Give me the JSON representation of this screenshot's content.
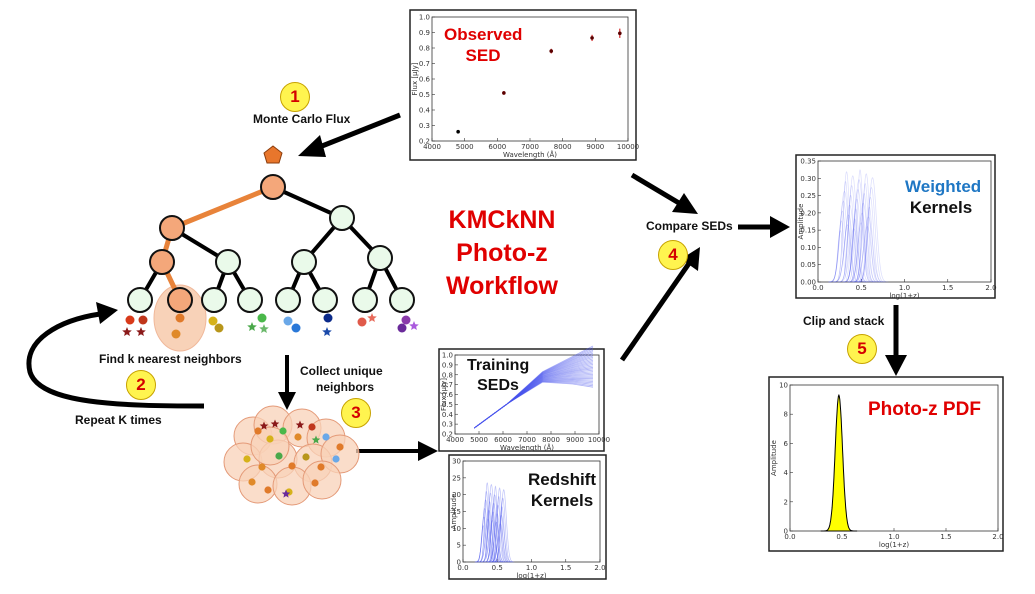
{
  "title": [
    "KMCkNN",
    "Photo-z",
    "Workflow"
  ],
  "steps": [
    {
      "num": "1",
      "label": "Monte Carlo Flux"
    },
    {
      "num": "2",
      "label": "Find k nearest neighbors",
      "label2": "Repeat K times"
    },
    {
      "num": "3",
      "label": "Collect unique",
      "label2": "neighbors"
    },
    {
      "num": "4",
      "label": "Compare SEDs"
    },
    {
      "num": "5",
      "label": "Clip and stack"
    }
  ],
  "panels": {
    "observed": {
      "line1": "Observed",
      "line2": "SED"
    },
    "weighted": {
      "line1": "Weighted",
      "line2": "Kernels"
    },
    "training": {
      "line1": "Training",
      "line2": "SEDs"
    },
    "redshift": {
      "line1": "Redshift",
      "line2": "Kernels"
    },
    "pdf": {
      "line1": "Photo-z PDF"
    }
  },
  "colors": {
    "title": "#e00000",
    "badge_fill": "#fff44f",
    "tree_path": "#e8833a",
    "node_fill": "#eafaea",
    "node_highlight": "#f4a77a",
    "weighted_text": "#1f77c4",
    "kernel_blue": "#4a55ee",
    "pdf_fill": "#ffff00"
  },
  "chart_data": [
    {
      "type": "scatter",
      "name": "observed-sed",
      "x": [
        4800,
        6200,
        7650,
        8900,
        9750
      ],
      "y": [
        0.26,
        0.51,
        0.78,
        0.865,
        0.895
      ],
      "yerr": [
        0.005,
        0.012,
        0.015,
        0.02,
        0.03
      ],
      "xlabel": "Wavelength (Å)",
      "ylabel": "Flux [μJy]",
      "xlim": [
        4000,
        10000
      ],
      "ylim": [
        0.2,
        1.0
      ],
      "xticks": [
        "4000",
        "5000",
        "6000",
        "7000",
        "8000",
        "9000",
        "10000"
      ],
      "yticks": [
        "0.2",
        "0.3",
        "0.4",
        "0.5",
        "0.6",
        "0.7",
        "0.8",
        "0.9",
        "1.0"
      ]
    },
    {
      "type": "line",
      "name": "training-seds",
      "x": [
        4800,
        6200,
        7650,
        8900,
        9750
      ],
      "y": [
        0.26,
        0.51,
        0.78,
        0.85,
        0.89
      ],
      "xlabel": "Wavelength (Å)",
      "ylabel": "Flux [μJy]",
      "xlim": [
        4000,
        10000
      ],
      "ylim": [
        0.2,
        1.0
      ],
      "xticks": [
        "4000",
        "5000",
        "6000",
        "7000",
        "8000",
        "9000",
        "10000"
      ],
      "yticks": [
        "0.2",
        "0.3",
        "0.4",
        "0.5",
        "0.6",
        "0.7",
        "0.8",
        "0.9",
        "1.0"
      ]
    },
    {
      "type": "line",
      "name": "redshift-kernels",
      "x_peak": 0.45,
      "y_peak": 24,
      "xlabel": "log(1+z)",
      "ylabel": "Amplitude",
      "xlim": [
        0.0,
        2.0
      ],
      "ylim": [
        0,
        30
      ],
      "xticks": [
        "0.0",
        "0.5",
        "1.0",
        "1.5",
        "2.0"
      ],
      "yticks": [
        "0",
        "5",
        "10",
        "15",
        "20",
        "25",
        "30"
      ]
    },
    {
      "type": "line",
      "name": "weighted-kernels",
      "x_peak": 0.45,
      "y_peak": 0.33,
      "xlabel": "log(1+z)",
      "ylabel": "Amplitude",
      "xlim": [
        0.0,
        2.0
      ],
      "ylim": [
        0,
        0.35
      ],
      "xticks": [
        "0.0",
        "0.5",
        "1.0",
        "1.5",
        "2.0"
      ],
      "yticks": [
        "0.00",
        "0.05",
        "0.10",
        "0.15",
        "0.20",
        "0.25",
        "0.30",
        "0.35"
      ]
    },
    {
      "type": "area",
      "name": "photo-z-pdf",
      "x_peak": 0.47,
      "y_peak": 9.3,
      "sigma": 0.035,
      "xlabel": "log(1+z)",
      "ylabel": "Amplitude",
      "xlim": [
        0.0,
        2.0
      ],
      "ylim": [
        0,
        10
      ],
      "xticks": [
        "0.0",
        "0.5",
        "1.0",
        "1.5",
        "2.0"
      ],
      "yticks": [
        "0",
        "2",
        "4",
        "6",
        "8",
        "10"
      ]
    }
  ]
}
